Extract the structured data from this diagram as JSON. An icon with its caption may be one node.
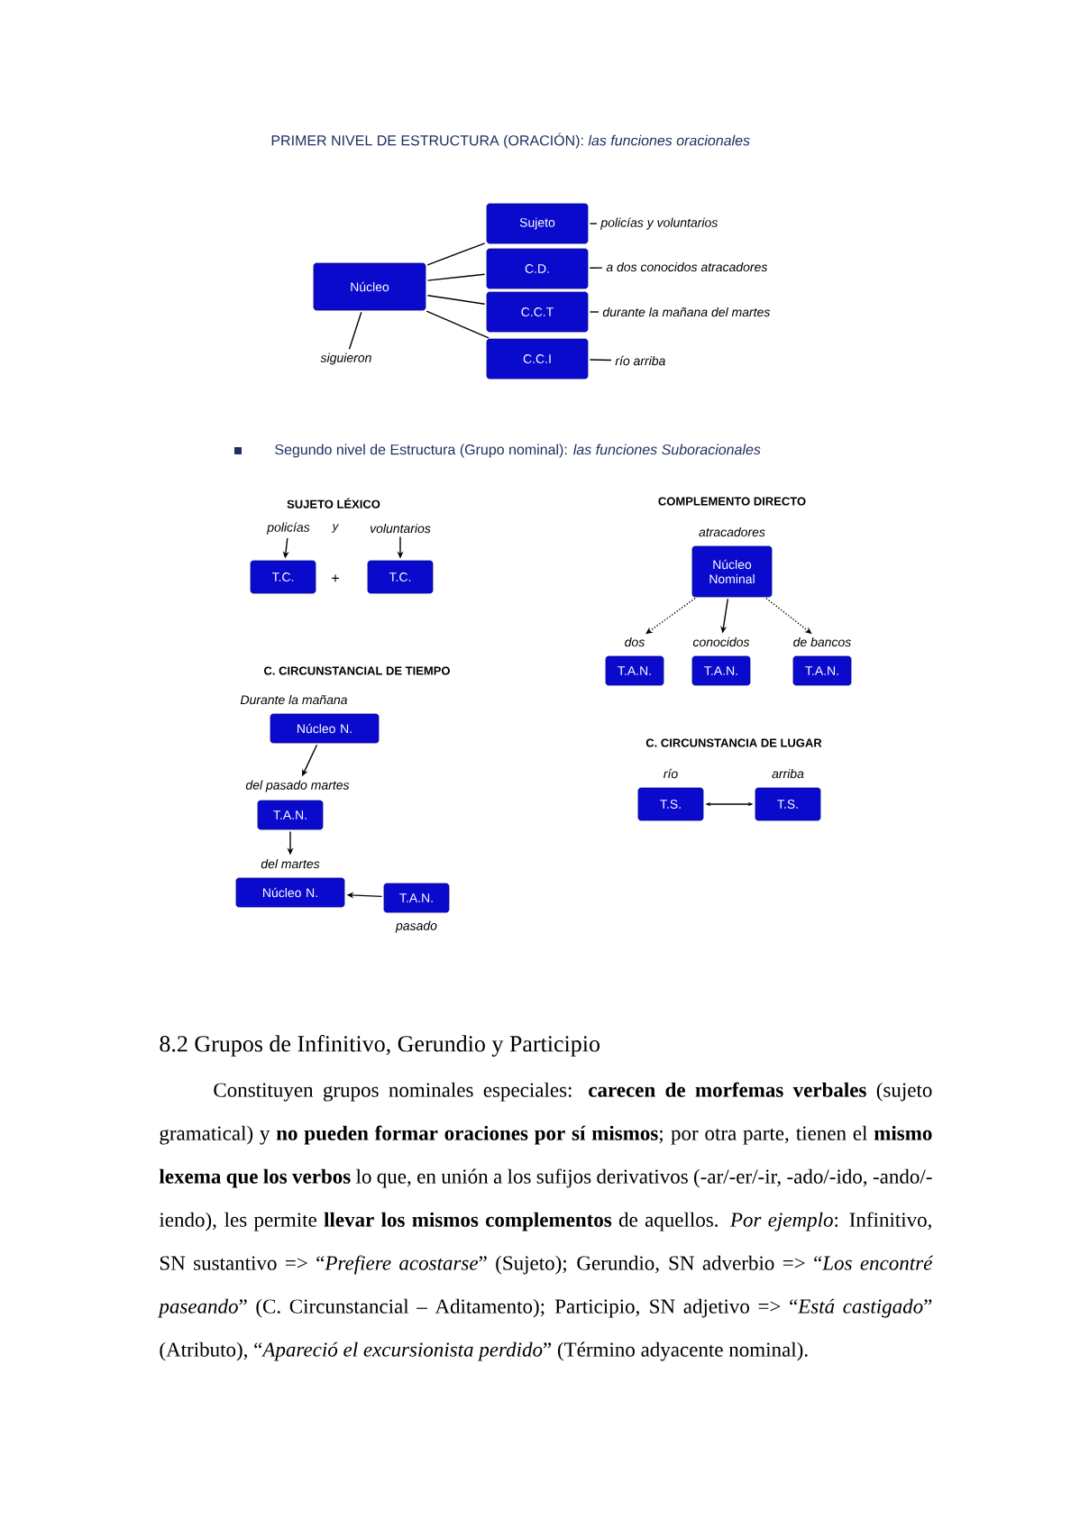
{
  "diagram": {
    "title": "PRIMER NIVEL DE ESTRUCTURA (ORACIÓN): *las funciones oracionales*",
    "nodes": [
      {
        "text": [
          "Núcleo"
        ]
      },
      {
        "text": [
          "Sujeto"
        ]
      },
      {
        "text": [
          "C.D."
        ]
      },
      {
        "text": [
          "C.C.T"
        ]
      },
      {
        "text": [
          "C.C.I"
        ]
      },
      {
        "text": [
          "policías y voluntarios"
        ]
      },
      {
        "text": [
          "a dos conocidos atracadores"
        ]
      },
      {
        "text": [
          "durante la mañana del martes"
        ]
      },
      {
        "text": [
          "río arriba"
        ]
      },
      {
        "text": [
          "siguieron"
        ]
      },
      {
        "text": [
          "policías"
        ]
      },
      {
        "text": [
          "voluntarios"
        ]
      },
      {
        "text": [
          "T.C."
        ]
      },
      {
        "text": [
          "T.C."
        ]
      },
      {
        "text": [
          "Núcleo Nominal"
        ],
        "beside": [
          "atracadores"
        ]
      },
      {
        "text": [
          "T.A.N."
        ],
        "beside": [
          "dos"
        ]
      },
      {
        "text": [
          "T.A.N."
        ],
        "beside": [
          "conocidos"
        ]
      },
      {
        "text": [
          "T.A.N."
        ],
        "beside": [
          "de bancos"
        ]
      },
      {
        "text": [
          "Núcleo N."
        ],
        "beside": [
          "Durante la mañana"
        ]
      },
      {
        "text": [
          "T.A.N."
        ],
        "beside": [
          "del pasado martes"
        ]
      },
      {
        "text": [
          "Núcleo N."
        ],
        "beside": [
          "del martes"
        ]
      },
      {
        "text": [
          "T.A.N."
        ],
        "beside": [
          "pasado"
        ]
      },
      {
        "text": [
          "T.S."
        ],
        "beside": [
          "río"
        ]
      },
      {
        "text": [
          "T.S."
        ],
        "beside": [
          "arriba"
        ]
      }
    ],
    "edges": [
      {
        "from": 0,
        "to": 1,
        "arrow": "none"
      },
      {
        "from": 0,
        "to": 2,
        "arrow": "none"
      },
      {
        "from": 0,
        "to": 3,
        "arrow": "none"
      },
      {
        "from": 0,
        "to": 4,
        "arrow": "none"
      },
      {
        "from": 1,
        "to": 5,
        "arrow": "none"
      },
      {
        "from": 2,
        "to": 6,
        "arrow": "none"
      },
      {
        "from": 3,
        "to": 7,
        "arrow": "none"
      },
      {
        "from": 4,
        "to": 8,
        "arrow": "none"
      },
      {
        "from": 0,
        "to": 9,
        "arrow": "none"
      },
      {
        "from": 10,
        "to": 12,
        "arrow": "to"
      },
      {
        "from": 11,
        "to": 13,
        "arrow": "to"
      },
      {
        "from": 14,
        "to": 15,
        "arrow": "to",
        "style": "dashed"
      },
      {
        "from": 14,
        "to": 16,
        "arrow": "to"
      },
      {
        "from": 14,
        "to": 17,
        "arrow": "to",
        "style": "dashed"
      },
      {
        "from": 18,
        "to": 19,
        "arrow": "to"
      },
      {
        "from": 19,
        "to": 20,
        "arrow": "to"
      },
      {
        "from": 21,
        "to": 20,
        "arrow": "to"
      },
      {
        "from": 22,
        "to": 23,
        "arrow": "both"
      }
    ],
    "labels": [
      "Segundo nivel de Estructura (Grupo nominal): *las funciones Suboracionales*",
      "SUJETO LÉXICO",
      "y",
      "+",
      "COMPLEMENTO DIRECTO",
      "C. CIRCUNSTANCIAL DE TIEMPO",
      "C. CIRCUNSTANCIA DE LUGAR",
      "8.2 Grupos de Infinitivo, Gerundio y Participio",
      "Constituyen grupos nominales especiales: **carecen de morfemas verbales** (sujeto gramatical) y **no pueden formar oraciones por sí mismos**; por otra parte, tienen el **mismo lexema que los verbos** lo que, en unión a los sufijos derivativos (-ar/-er/-ir, -ado/-ido, -ando/-iendo), les permite **llevar los mismos complementos** de aquellos. *Por ejemplo*: Infinitivo, SN sustantivo => “*Prefiere acostarse*” (Sujeto); Gerundio, SN adverbio => “*Los encontré paseando*” (C. Circunstancial – Aditamento); Participio, SN adjetivo => “*Está castigado*” (Atributo), “*Apareció el excursionista perdido*” (Término adyacente nominal)."
    ]
  }
}
